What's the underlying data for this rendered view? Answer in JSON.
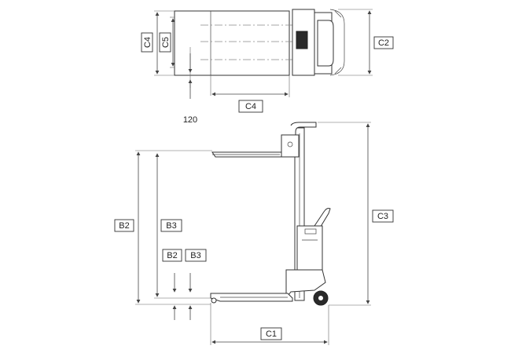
{
  "top_view": {
    "label_c4_vertical": "C4",
    "label_c5_vertical": "C5",
    "label_c2": "C2",
    "label_c4_horizontal": "C4",
    "label_120": "120"
  },
  "side_view": {
    "label_b2_outer": "B2",
    "label_b3_outer": "B3",
    "label_b2_small": "B2",
    "label_b3_small": "B3",
    "label_c3": "C3",
    "label_c1": "C1"
  }
}
